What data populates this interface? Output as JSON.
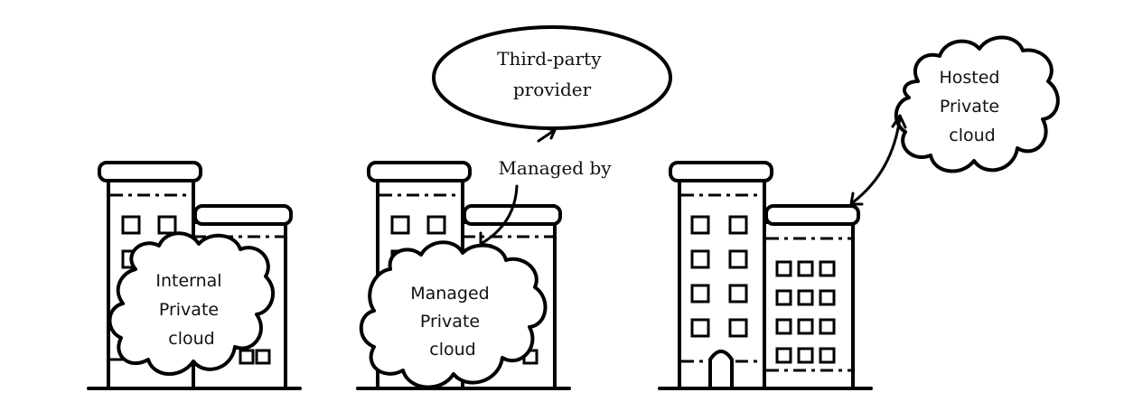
{
  "labels": {
    "internal_cloud": [
      "Internal",
      "Private",
      "cloud"
    ],
    "managed_cloud": [
      "Managed",
      "Private",
      "cloud"
    ],
    "hosted_cloud": [
      "Hosted",
      "Private",
      "cloud"
    ],
    "provider": [
      "Third-party",
      "provider"
    ],
    "managed_by": "Managed by"
  },
  "colors": {
    "ink": "#000000",
    "background": "#ffffff"
  }
}
